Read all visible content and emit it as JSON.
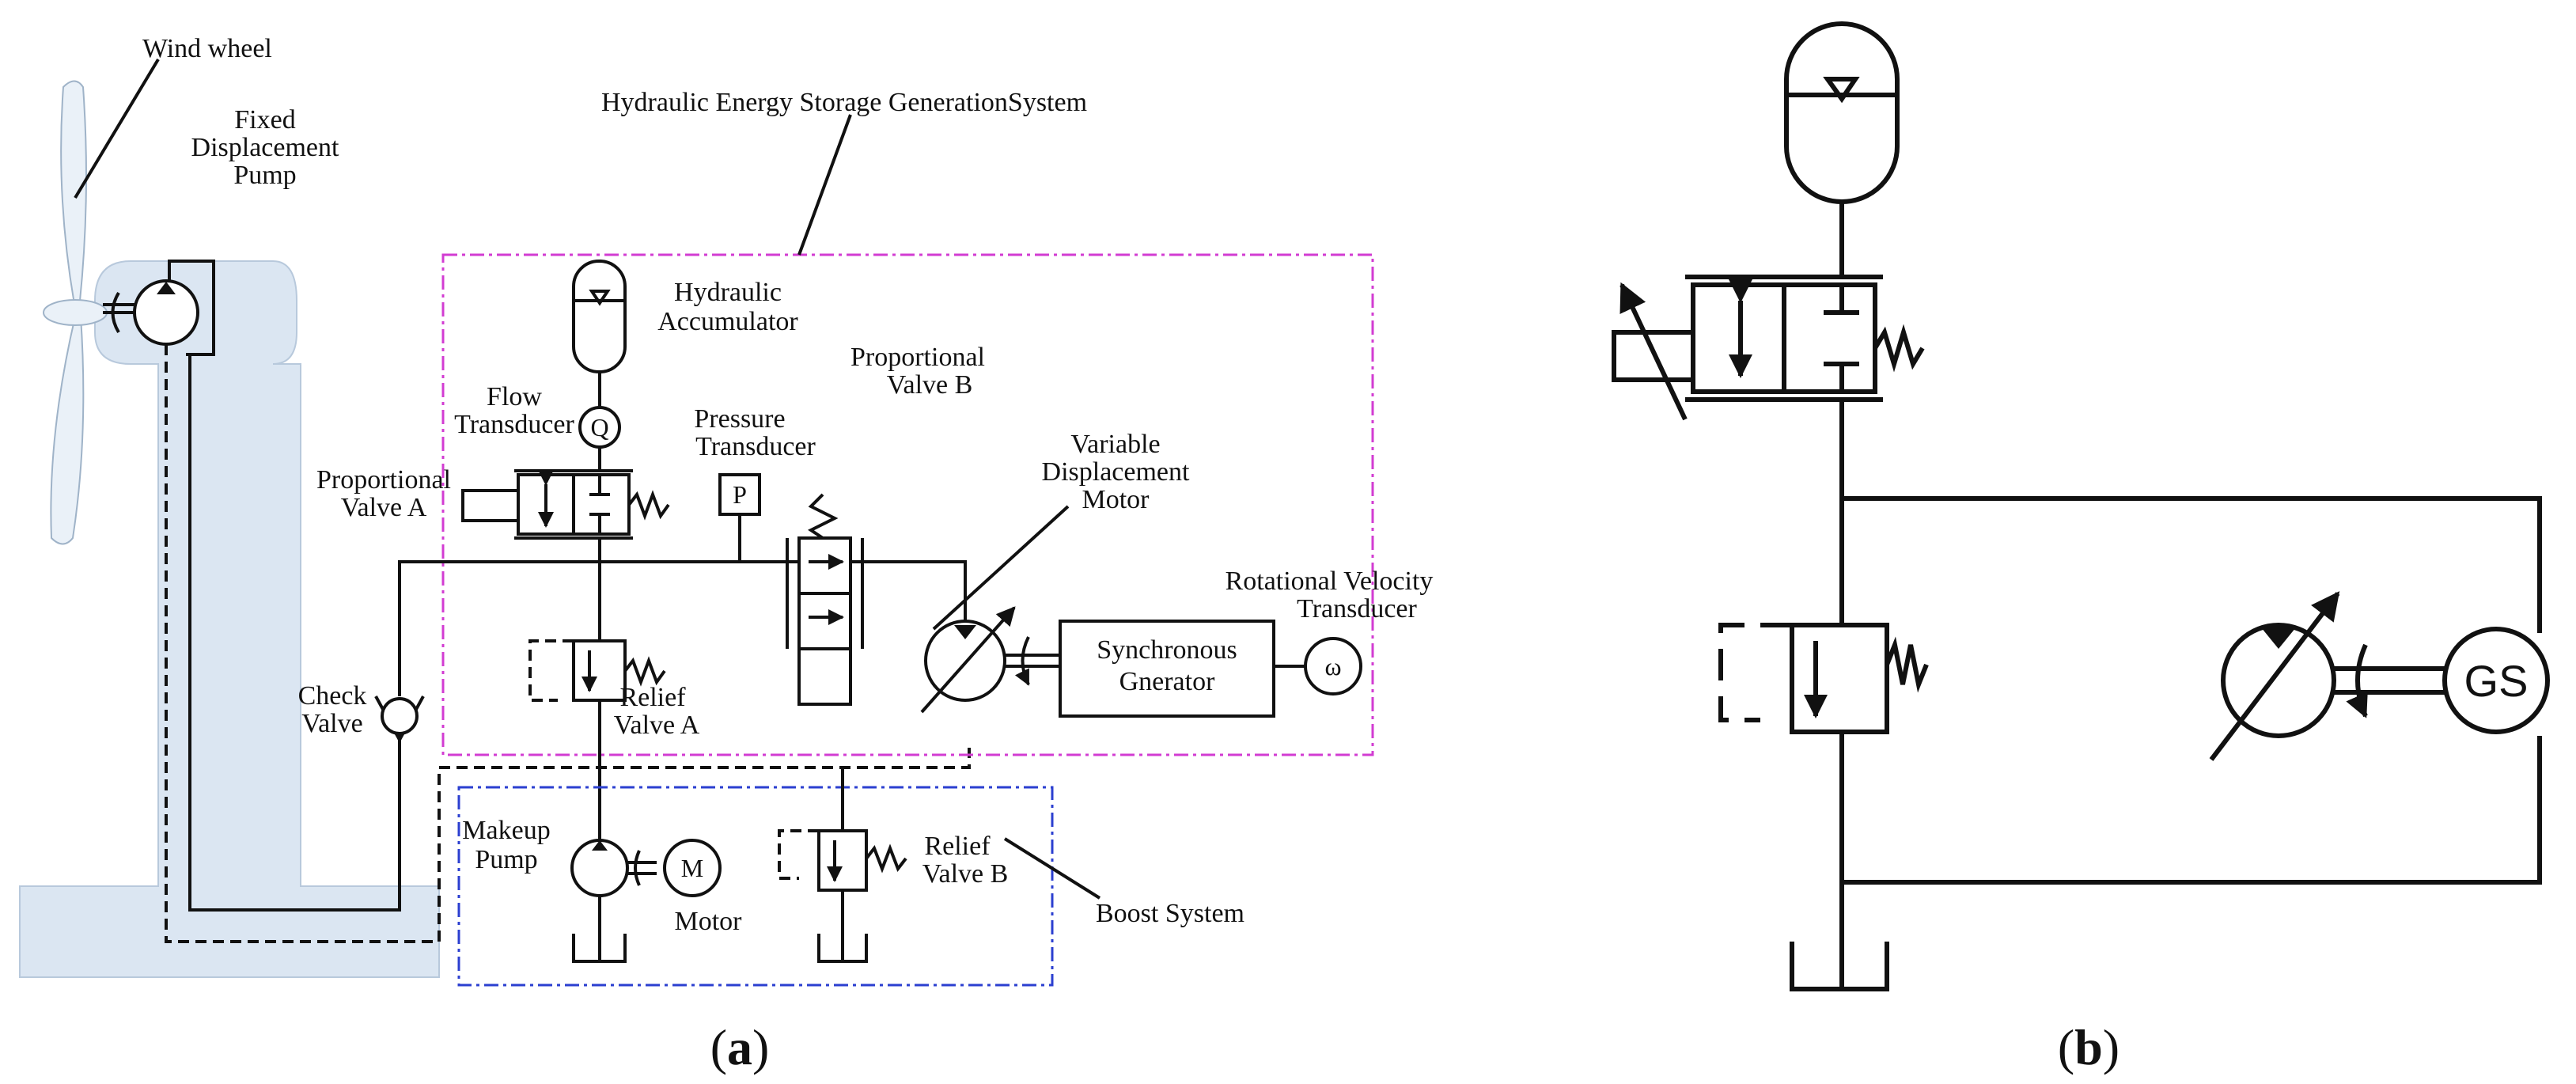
{
  "panel_a": {
    "caption": "a",
    "labels": {
      "wind_wheel": "Wind wheel",
      "fixed_pump": [
        "Fixed",
        "Displacement",
        "Pump"
      ],
      "system": "Hydraulic Energy Storage GenerationSystem",
      "accumulator": [
        "Hydraulic",
        "Accumulator"
      ],
      "flow_transducer": [
        "Flow",
        "Transducer"
      ],
      "prop_valve_a": [
        "Proportional",
        "Valve  A"
      ],
      "pressure_transducer": [
        "Pressure",
        "Transducer"
      ],
      "prop_valve_b": [
        "Proportional",
        "Valve  B"
      ],
      "var_motor": [
        "Variable",
        "Displacement",
        "Motor"
      ],
      "rot_velocity": [
        "Rotational Velocity",
        "Transducer"
      ],
      "generator": [
        "Synchronous",
        "Gnerator"
      ],
      "check_valve": [
        "Check",
        "Valve"
      ],
      "relief_a": [
        "Relief",
        "Valve A"
      ],
      "makeup_pump": [
        "Makeup",
        "Pump"
      ],
      "motor": "Motor",
      "relief_b": [
        "Relief",
        "Valve B"
      ],
      "boost_system": "Boost System"
    },
    "symbols": {
      "flow": "Q",
      "pressure": "P",
      "motor": "M",
      "omega": "ω"
    }
  },
  "panel_b": {
    "caption": "b",
    "symbols": {
      "generator": "GS"
    }
  },
  "colors": {
    "tower": "#dbe6f2",
    "tower_edge": "#b8c9dc",
    "hydraulic_system_border": "#d23cd2",
    "boost_system_border": "#2b3fd0"
  }
}
